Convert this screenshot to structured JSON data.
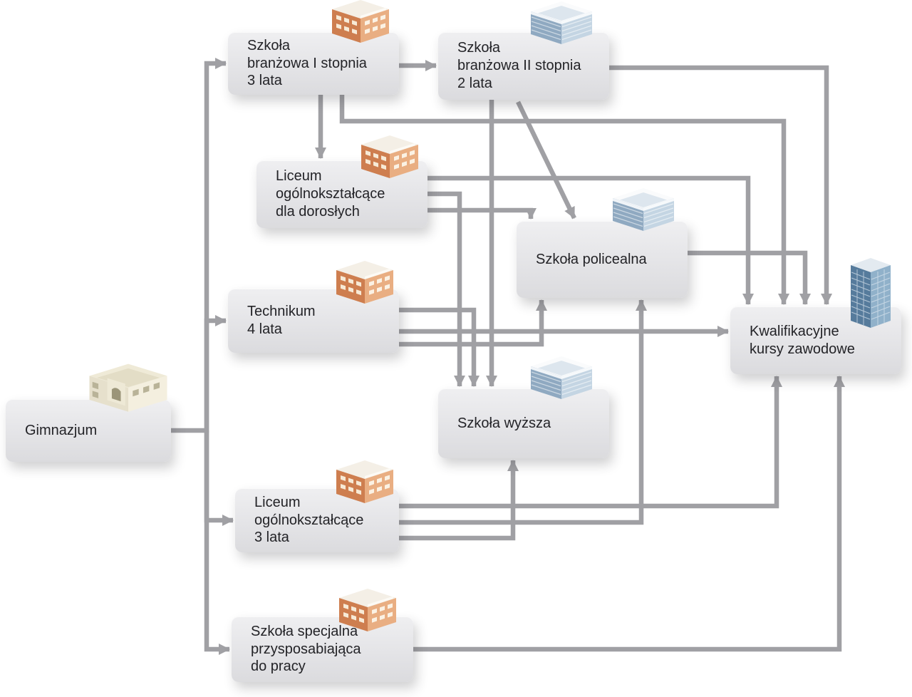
{
  "diagram": {
    "background_color": "#ffffff",
    "box_color": "#e6e6e9",
    "arrow_color": "#a0a0a4",
    "text_color": "#232327",
    "nodes": {
      "gimnazjum": {
        "label": "Gimnazjum",
        "icon": "classic-building-icon"
      },
      "szkola_branzowa_1": {
        "label": "Szkoła\nbranżowa I stopnia\n3 lata",
        "icon": "brick-school-icon"
      },
      "szkola_branzowa_2": {
        "label": "Szkoła\nbranżowa II stopnia\n2 lata",
        "icon": "glass-building-icon"
      },
      "liceum_dorosli": {
        "label": "Liceum\nogólnokształcące\ndla dorosłych",
        "icon": "brick-school-icon"
      },
      "szkola_policealna": {
        "label": "Szkoła policealna",
        "icon": "glass-building-icon"
      },
      "technikum": {
        "label": "Technikum\n4 lata",
        "icon": "brick-school-icon"
      },
      "kkz": {
        "label": "Kwalifikacyjne\nkursy zawodowe",
        "icon": "office-tower-icon"
      },
      "szkola_wyzsza": {
        "label": "Szkoła wyższa",
        "icon": "glass-building-icon"
      },
      "liceum_3": {
        "label": "Liceum\nogólnokształcące\n3 lata",
        "icon": "brick-school-icon"
      },
      "szkola_specjalna": {
        "label": "Szkoła specjalna\nprzysposabiająca\ndo pracy",
        "icon": "brick-school-icon"
      }
    },
    "edges": [
      {
        "from": "gimnazjum",
        "to": "szkola_branzowa_1"
      },
      {
        "from": "gimnazjum",
        "to": "technikum"
      },
      {
        "from": "gimnazjum",
        "to": "liceum_3"
      },
      {
        "from": "gimnazjum",
        "to": "szkola_specjalna"
      },
      {
        "from": "szkola_branzowa_1",
        "to": "szkola_branzowa_2"
      },
      {
        "from": "szkola_branzowa_1",
        "to": "liceum_dorosli"
      },
      {
        "from": "szkola_branzowa_1",
        "to": "kkz"
      },
      {
        "from": "szkola_branzowa_2",
        "to": "szkola_wyzsza"
      },
      {
        "from": "szkola_branzowa_2",
        "to": "szkola_policealna"
      },
      {
        "from": "szkola_branzowa_2",
        "to": "kkz"
      },
      {
        "from": "liceum_dorosli",
        "to": "kkz"
      },
      {
        "from": "liceum_dorosli",
        "to": "szkola_wyzsza"
      },
      {
        "from": "liceum_dorosli",
        "to": "szkola_policealna"
      },
      {
        "from": "technikum",
        "to": "szkola_wyzsza"
      },
      {
        "from": "technikum",
        "to": "kkz"
      },
      {
        "from": "technikum",
        "to": "szkola_policealna"
      },
      {
        "from": "liceum_3",
        "to": "kkz"
      },
      {
        "from": "liceum_3",
        "to": "szkola_policealna"
      },
      {
        "from": "liceum_3",
        "to": "szkola_wyzsza"
      },
      {
        "from": "szkola_policealna",
        "to": "kkz"
      },
      {
        "from": "szkola_specjalna",
        "to": "kkz"
      }
    ]
  }
}
